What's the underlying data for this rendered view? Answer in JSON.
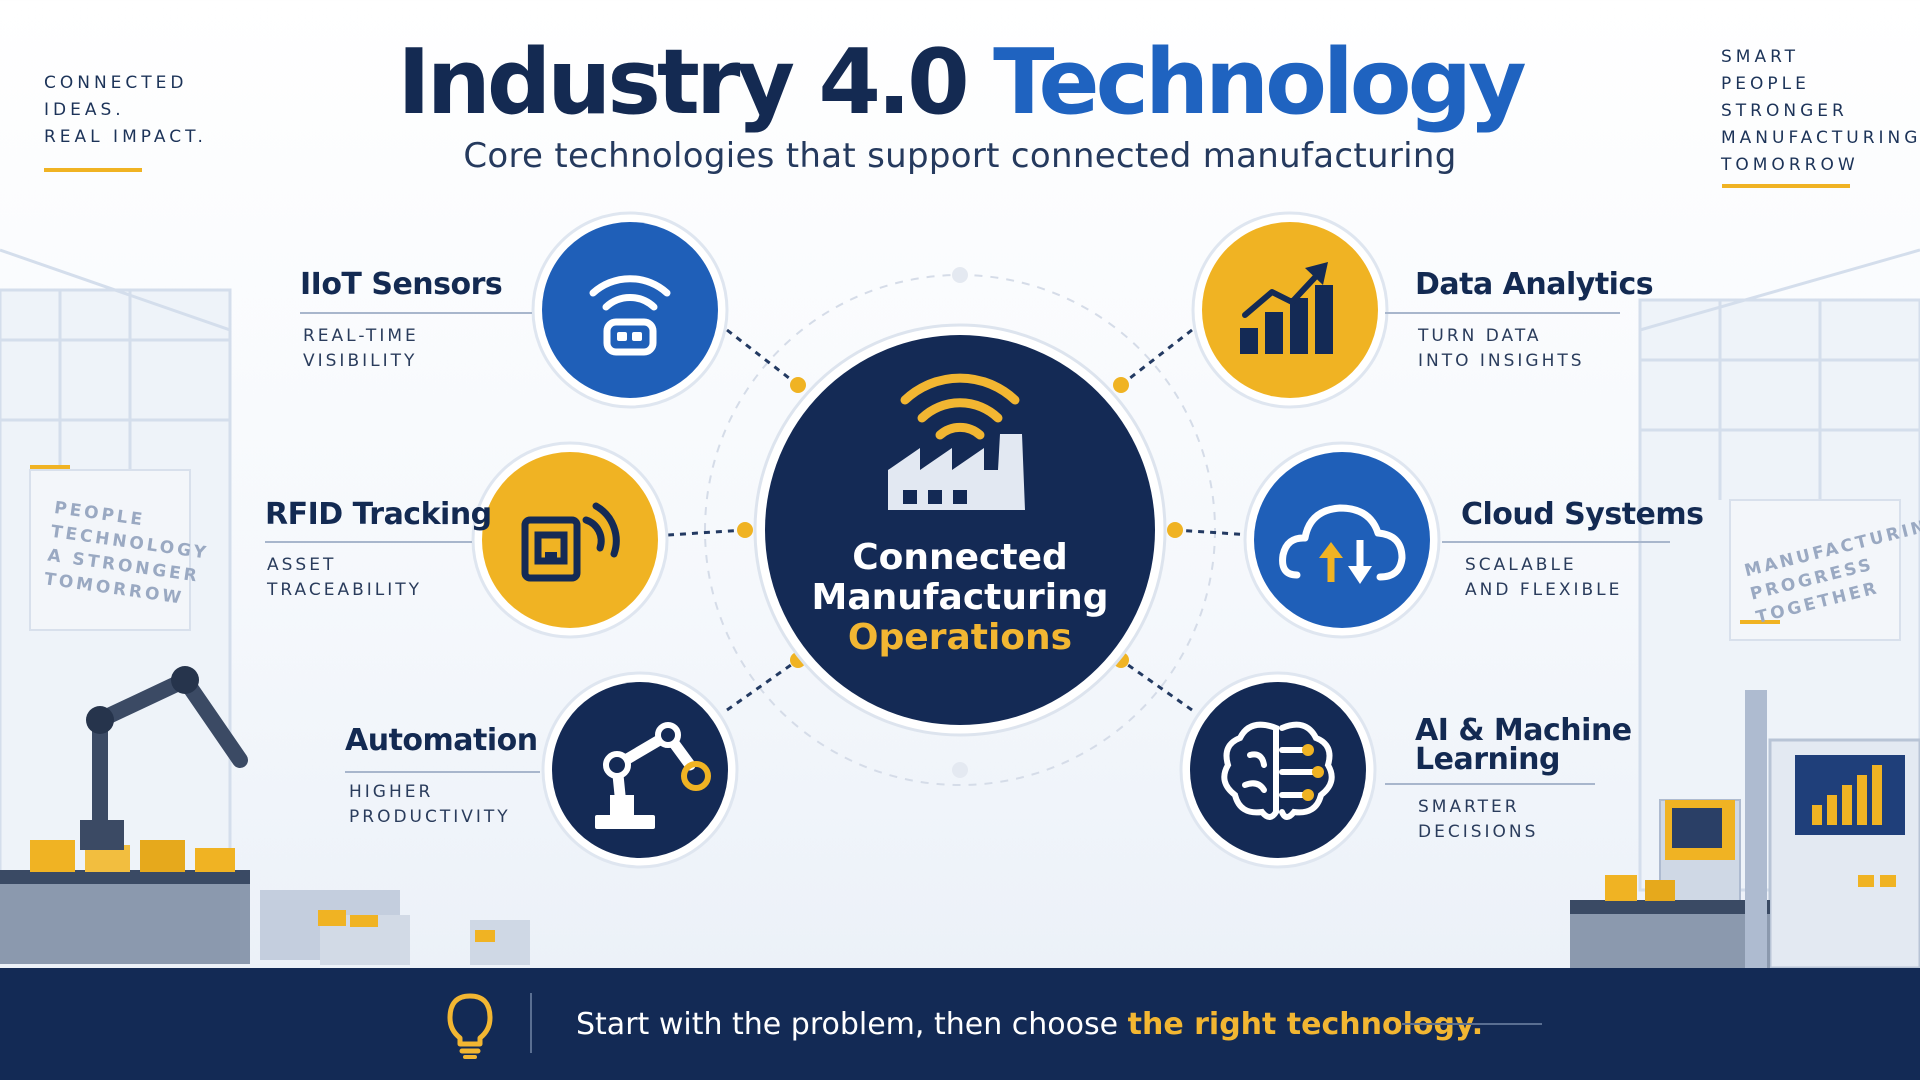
{
  "header": {
    "title_main": "Industry 4.0",
    "title_highlight": "Technology",
    "subtitle": "Core technologies that support connected manufacturing"
  },
  "corners": {
    "left": [
      "CONNECTED",
      "IDEAS.",
      "REAL IMPACT."
    ],
    "right": [
      "SMART",
      "PEOPLE",
      "STRONGER",
      "MANUFACTURING",
      "TOMORROW"
    ]
  },
  "billboards": {
    "left": [
      "PEOPLE",
      "TECHNOLOGY",
      "A STRONGER",
      "TOMORROW"
    ],
    "right": [
      "MANUFACTURING",
      "PROGRESS",
      "TOGETHER"
    ]
  },
  "hub": {
    "line1": "Connected",
    "line2": "Manufacturing",
    "line3": "Operations"
  },
  "technologies": [
    {
      "title": "IIoT Sensors",
      "desc": [
        "REAL-TIME",
        "VISIBILITY"
      ],
      "icon": "wifi-sensor-icon",
      "color": "#1f5fb8"
    },
    {
      "title": "RFID Tracking",
      "desc": [
        "ASSET",
        "TRACEABILITY"
      ],
      "icon": "rfid-tag-icon",
      "color": "#f0b323"
    },
    {
      "title": "Automation",
      "desc": [
        "HIGHER",
        "PRODUCTIVITY"
      ],
      "icon": "robot-arm-icon",
      "color": "#132a55"
    },
    {
      "title": "Data Analytics",
      "desc": [
        "TURN DATA",
        "INTO INSIGHTS"
      ],
      "icon": "bar-chart-icon",
      "color": "#f0b323"
    },
    {
      "title": "Cloud Systems",
      "desc": [
        "SCALABLE",
        "AND FLEXIBLE"
      ],
      "icon": "cloud-sync-icon",
      "color": "#1f5fb8"
    },
    {
      "title": "AI & Machine",
      "title2": "Learning",
      "desc": [
        "SMARTER",
        "DECISIONS"
      ],
      "icon": "brain-icon",
      "color": "#132a55"
    }
  ],
  "footer": {
    "message": "Start with the problem, then choose",
    "highlight": "the right technology.",
    "icon": "lightbulb-icon"
  },
  "colors": {
    "navy": "#132a55",
    "blue": "#1f5fb8",
    "yellow": "#f0b323"
  }
}
